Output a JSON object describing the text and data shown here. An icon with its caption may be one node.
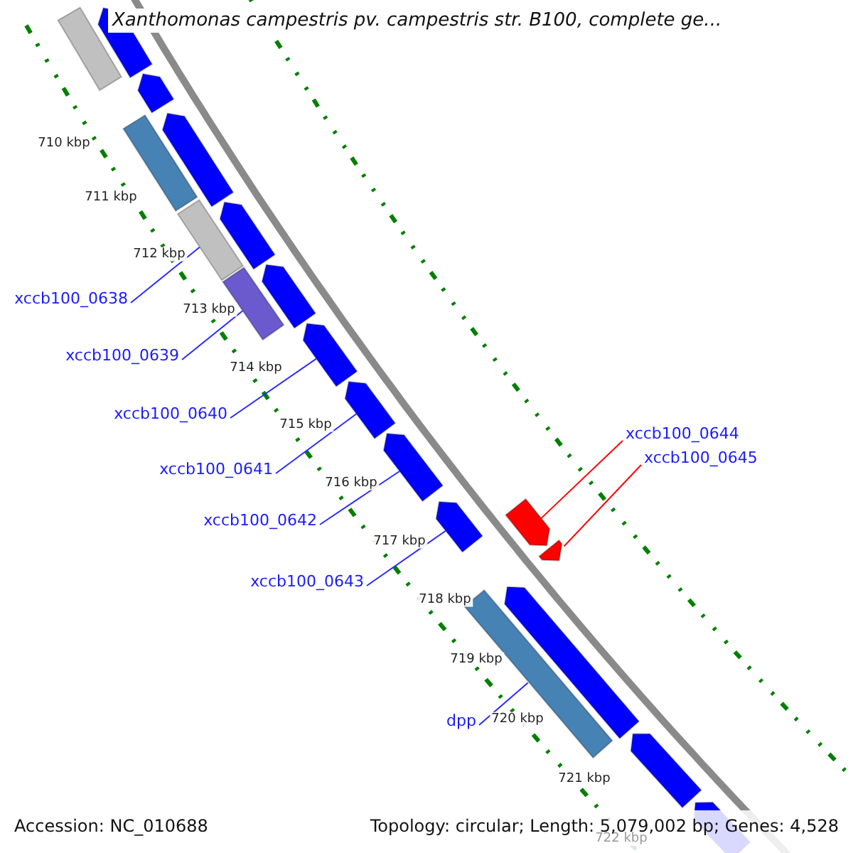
{
  "diagram": {
    "title": "Xanthomonas campestris pv. campestris str. B100, complete ge...",
    "nodes": [
      {
        "text": [
          "xccb100_0638"
        ]
      },
      {
        "text": [
          "xccb100_0639"
        ]
      },
      {
        "text": [
          "xccb100_0640"
        ]
      },
      {
        "text": [
          "xccb100_0644"
        ]
      },
      {
        "text": [
          "xccb100_0645"
        ]
      },
      {
        "text": [
          "xccb100_0641"
        ]
      },
      {
        "text": [
          "xccb100_0642"
        ]
      },
      {
        "text": [
          "xccb100_0643"
        ]
      },
      {
        "text": [
          "dpp"
        ]
      },
      {
        "text": [],
        "shape": "pentagon"
      },
      {
        "text": [],
        "shape": "bar"
      },
      {
        "text": [],
        "shape": "pentagon"
      },
      {
        "text": [],
        "shape": "pentagon"
      },
      {
        "text": [],
        "shape": "bar"
      },
      {
        "text": [],
        "shape": "pentagon"
      },
      {
        "text": [],
        "shape": "bar"
      },
      {
        "text": [],
        "shape": "pentagon"
      },
      {
        "text": [],
        "shape": "bar"
      },
      {
        "text": [],
        "shape": "pentagon"
      },
      {
        "text": [],
        "shape": "pentagon"
      },
      {
        "text": [],
        "shape": "pentagon"
      },
      {
        "text": [],
        "shape": "pentagon"
      },
      {
        "text": [],
        "shape": "pentagon"
      },
      {
        "text": [],
        "shape": "pentagon"
      },
      {
        "text": [],
        "shape": "pentagon"
      },
      {
        "text": [],
        "shape": "bar"
      },
      {
        "text": [],
        "shape": "pentagon"
      },
      {
        "text": [],
        "shape": "pentagon"
      }
    ],
    "edges": [
      {
        "from": 0,
        "to": 15,
        "arrow": "none"
      },
      {
        "from": 1,
        "to": 17,
        "arrow": "none"
      },
      {
        "from": 2,
        "to": 18,
        "arrow": "none"
      },
      {
        "from": 3,
        "to": 22,
        "arrow": "none",
        "color": "#ff0000"
      },
      {
        "from": 4,
        "to": 23,
        "arrow": "none",
        "color": "#ff0000"
      },
      {
        "from": 5,
        "to": 19,
        "arrow": "none"
      },
      {
        "from": 6,
        "to": 20,
        "arrow": "none"
      },
      {
        "from": 7,
        "to": 21,
        "arrow": "none"
      },
      {
        "from": 8,
        "to": 25,
        "arrow": "none"
      }
    ],
    "labels": [
      "710 kbp",
      "711 kbp",
      "712 kbp",
      "713 kbp",
      "714 kbp",
      "715 kbp",
      "716 kbp",
      "717 kbp",
      "718 kbp",
      "719 kbp",
      "720 kbp",
      "721 kbp",
      "722 kbp",
      "Accession: NC_010688",
      "Topology: circular; Length: 5,079,002 bp; Genes: 4,528"
    ]
  }
}
